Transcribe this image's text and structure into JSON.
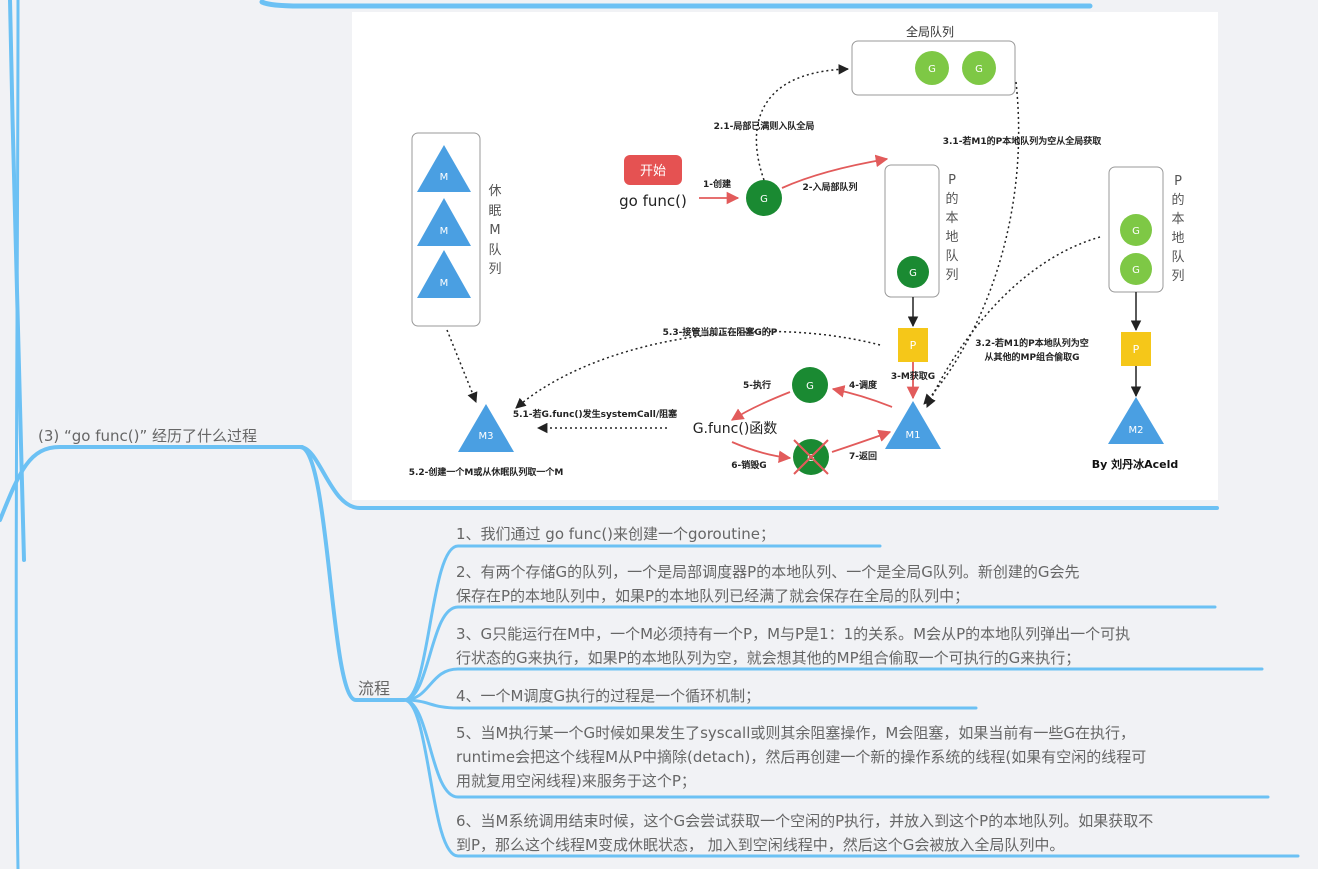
{
  "topic": "(3) “go func()” 经历了什么过程",
  "subtopic": "流程",
  "steps": [
    [
      "1、我们通过 go func()来创建一个goroutine；"
    ],
    [
      "2、有两个存储G的队列，一个是局部调度器P的本地队列、一个是全局G队列。新创建的G会先",
      "保存在P的本地队列中，如果P的本地队列已经满了就会保存在全局的队列中；"
    ],
    [
      "3、G只能运行在M中，一个M必须持有一个P，M与P是1：1的关系。M会从P的本地队列弹出一个可执",
      "行状态的G来执行，如果P的本地队列为空，就会想其他的MP组合偷取一个可执行的G来执行；"
    ],
    [
      "4、一个M调度G执行的过程是一个循环机制；"
    ],
    [
      "5、当M执行某一个G时候如果发生了syscall或则其余阻塞操作，M会阻塞，如果当前有一些G在执行，",
      "runtime会把这个线程M从P中摘除(detach)，然后再创建一个新的操作系统的线程(如果有空闲的线程可",
      "用就复用空闲线程)来服务于这个P；"
    ],
    [
      "6、当M系统调用结束时候，这个G会尝试获取一个空闲的P执行，并放入到这个P的本地队列。如果获取不",
      "到P，那么这个线程M变成休眠状态， 加入到空闲线程中，然后这个G会被放入全局队列中。"
    ]
  ],
  "diagram": {
    "global_queue": "全局队列",
    "g": "G",
    "m": "M",
    "p": "P",
    "m1": "M1",
    "m2": "M2",
    "m3": "M3",
    "start": "开始",
    "go_func": "go func()",
    "sleep_queue_chars": [
      "休",
      "眠",
      "M",
      "队",
      "列"
    ],
    "p_local_chars": [
      "P",
      "的",
      "本",
      "地",
      "队",
      "列"
    ],
    "label_1": "1-创建",
    "label_2": "2-入局部队列",
    "label_2_1": "2.1-局部已满则入队全局",
    "label_3_1": "3.1-若M1的P本地队列为空从全局获取",
    "label_3_2a": "3.2-若M1的P本地队列为空",
    "label_3_2b": "从其他的MP组合偷取G",
    "label_3_m": "3-M获取G",
    "label_4": "4-调度",
    "label_5": "5-执行",
    "label_5_1": "5.1-若G.func()发生systemCall/阻塞",
    "label_5_2": "5.2-创建一个M或从休眠队列取一个M",
    "label_5_3": "5.3-接管当前正在阻塞G的P",
    "label_6": "6-销毁G",
    "label_7": "7-返回",
    "gfunc": "G.func()函数",
    "author": "By 刘丹冰Aceld"
  },
  "colors": {
    "branch": "#6cc1f4",
    "g_light": "#7ec845",
    "g_dark": "#1a8a32",
    "m_blue": "#4a9fe2",
    "p_yellow": "#f5c719",
    "arrow_red": "#e25b5b",
    "start_red": "#e55252"
  }
}
